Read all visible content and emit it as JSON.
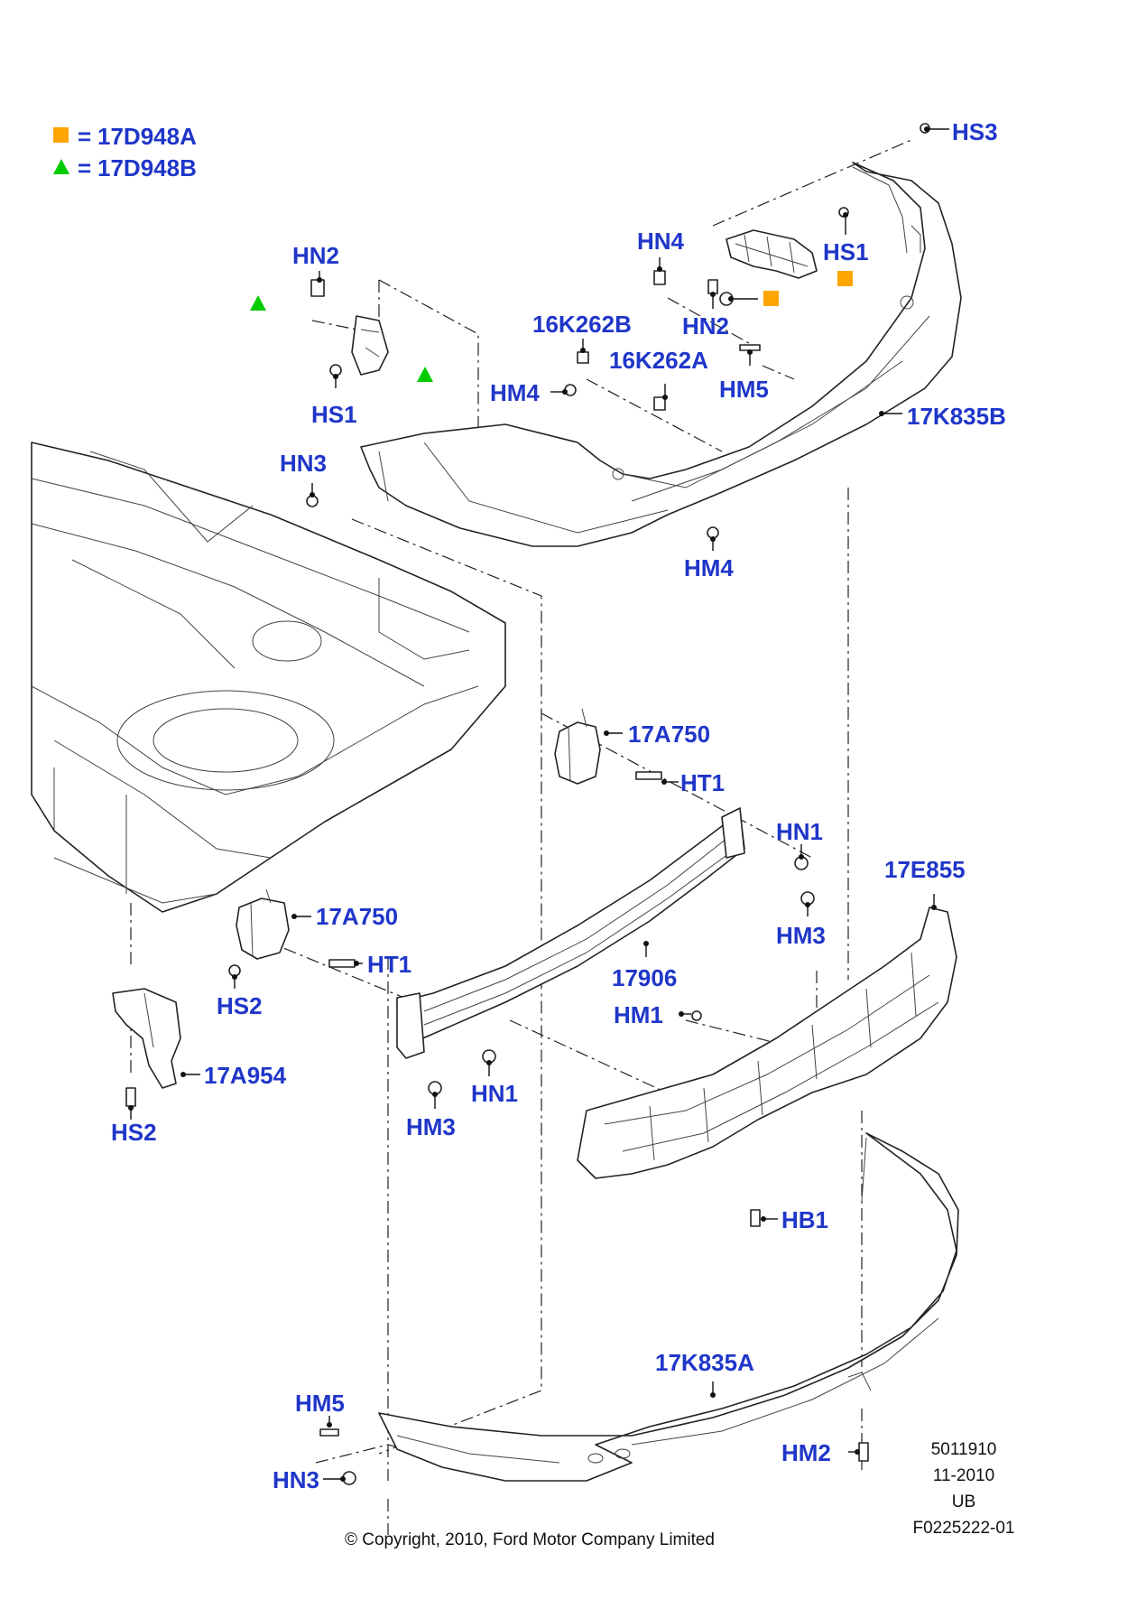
{
  "legend": [
    {
      "shape": "square",
      "color": "#ffa500",
      "eq": "=",
      "code": "17D948A"
    },
    {
      "shape": "triangle",
      "color": "#00cc00",
      "eq": "=",
      "code": "17D948B"
    }
  ],
  "labels": {
    "HS3": "HS3",
    "HS1_top": "HS1",
    "HN4": "HN4",
    "HN2_right": "HN2",
    "HN2_left": "HN2",
    "HS1_left": "HS1",
    "16K262B": "16K262B",
    "16K262A": "16K262A",
    "HM4_top": "HM4",
    "HM5_top": "HM5",
    "17K835B": "17K835B",
    "HN3_top": "HN3",
    "HM4_bottom": "HM4",
    "17A750_right": "17A750",
    "HT1_right": "HT1",
    "HN1_right": "HN1",
    "17E855": "17E855",
    "HM3_right": "HM3",
    "17A750_left": "17A750",
    "HT1_left": "HT1",
    "17906": "17906",
    "HM1": "HM1",
    "HS2_right": "HS2",
    "17A954": "17A954",
    "HN1_left": "HN1",
    "HS2_left": "HS2",
    "HM3_left": "HM3",
    "HB1": "HB1",
    "17K835A": "17K835A",
    "HM5_bottom": "HM5",
    "HN3_bottom": "HN3",
    "HM2": "HM2"
  },
  "footer": {
    "copyright": "© Copyright, 2010, Ford Motor Company Limited",
    "ref_number": "5011910",
    "date": "11-2010",
    "code": "UB",
    "figure_id": "F0225222-01"
  }
}
